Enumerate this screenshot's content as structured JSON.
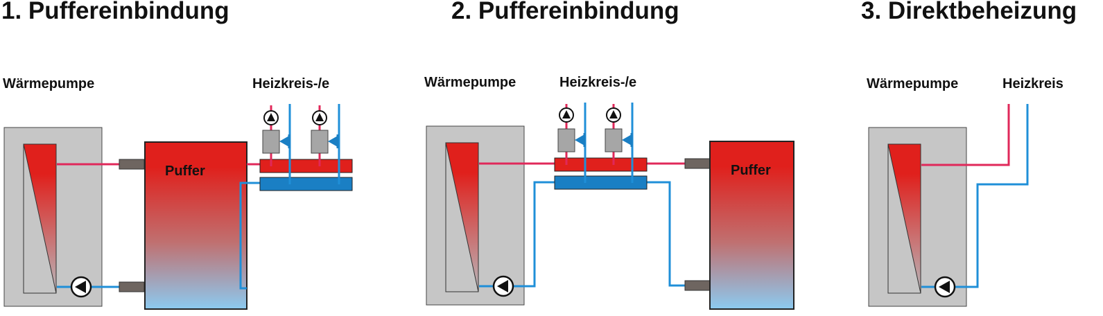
{
  "colors": {
    "hot_pipe": "#e0285a",
    "cold_pipe": "#1f8fd8",
    "hot_red": "#e0201c",
    "buffer_bottom": "#8ccaf0",
    "cold_blue": "#1a7fc4",
    "hp_casing": "#c6c6c6",
    "connector": "#6e6560",
    "mixer_grey": "#a6a6a6",
    "pump_circle": "#ffffff"
  },
  "variants": [
    {
      "title": "1. Puffereinbindung",
      "heat_pump_label": "Wärmepumpe",
      "circuit_label": "Heizkreis-/e",
      "buffer_label": "Puffer",
      "has_buffer": true,
      "has_distributor": true
    },
    {
      "title": "2. Puffereinbindung",
      "heat_pump_label": "Wärmepumpe",
      "circuit_label": "Heizkreis-/e",
      "buffer_label": "Puffer",
      "has_buffer": true,
      "has_distributor": true
    },
    {
      "title": "3. Direktbeheizung",
      "heat_pump_label": "Wärmepumpe",
      "circuit_label": "Heizkreis",
      "has_buffer": false,
      "has_distributor": false
    }
  ]
}
